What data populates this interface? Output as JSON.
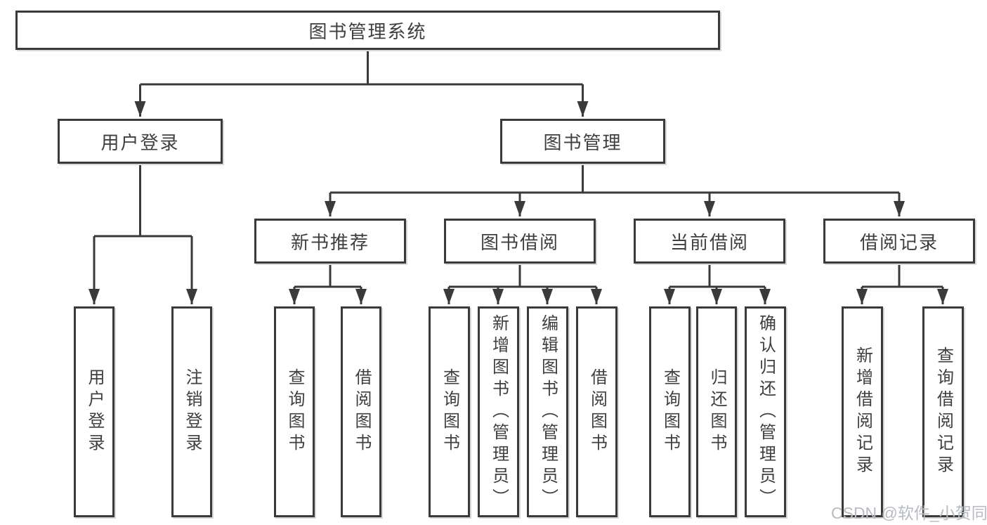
{
  "root": {
    "label": "图书管理系统"
  },
  "branches": {
    "user_login": {
      "label": "用户登录",
      "children": [
        {
          "label": "用户登录"
        },
        {
          "label": "注销登录"
        }
      ]
    },
    "book_management": {
      "label": "图书管理",
      "sections": [
        {
          "label": "新书推荐",
          "children": [
            {
              "label": "查询图书"
            },
            {
              "label": "借阅图书"
            }
          ]
        },
        {
          "label": "图书借阅",
          "children": [
            {
              "label": "查询图书"
            },
            {
              "label": "新增图书（管理员）"
            },
            {
              "label": "编辑图书（管理员）"
            },
            {
              "label": "借阅图书"
            }
          ]
        },
        {
          "label": "当前借阅",
          "children": [
            {
              "label": "查询图书"
            },
            {
              "label": "归还图书"
            },
            {
              "label": "确认归还（管理员）"
            }
          ]
        },
        {
          "label": "借阅记录",
          "children": [
            {
              "label": "新增借阅记录"
            },
            {
              "label": "查询借阅记录"
            }
          ]
        }
      ]
    }
  },
  "watermark": {
    "text": "CSDN @软件_小贺同学",
    "color": "#b8bcc1"
  },
  "colors": {
    "line": "#3a3a3a",
    "text": "#3f3f3f",
    "background": "#ffffff"
  }
}
